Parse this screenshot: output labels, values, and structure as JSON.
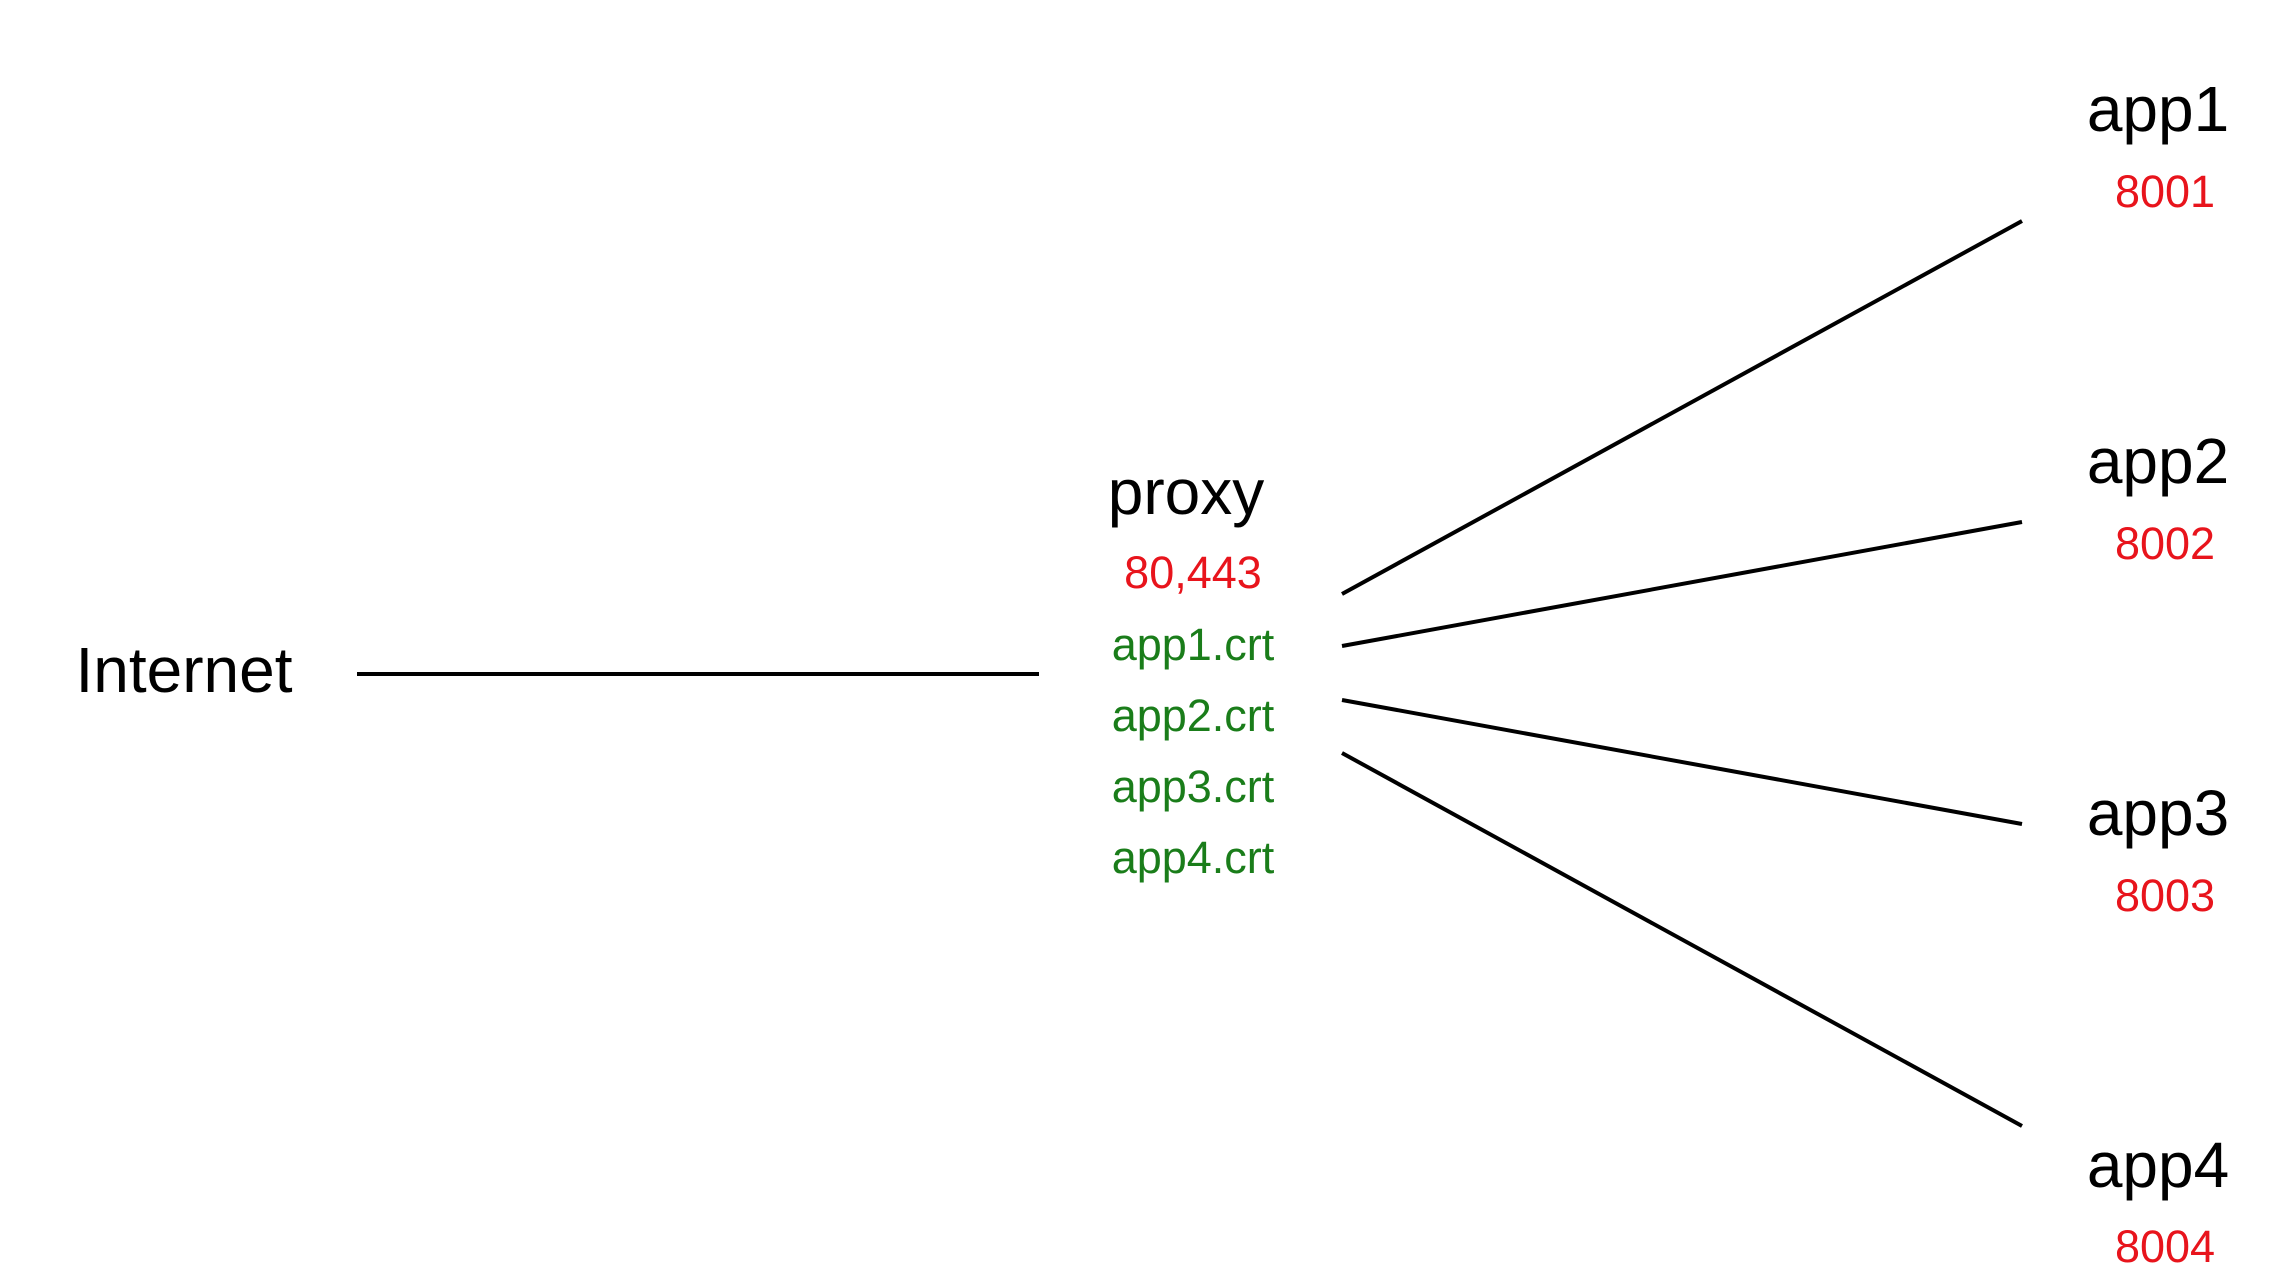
{
  "colors": {
    "line": "#000000",
    "node_text": "#000000",
    "port_text": "#e8141c",
    "cert_text": "#1a7d1a",
    "background": "#ffffff"
  },
  "internet": {
    "label": "Internet"
  },
  "proxy": {
    "label": "proxy",
    "ports": "80,443",
    "certs": [
      "app1.crt",
      "app2.crt",
      "app3.crt",
      "app4.crt"
    ]
  },
  "apps": [
    {
      "label": "app1",
      "port": "8001"
    },
    {
      "label": "app2",
      "port": "8002"
    },
    {
      "label": "app3",
      "port": "8003"
    },
    {
      "label": "app4",
      "port": "8004"
    }
  ]
}
